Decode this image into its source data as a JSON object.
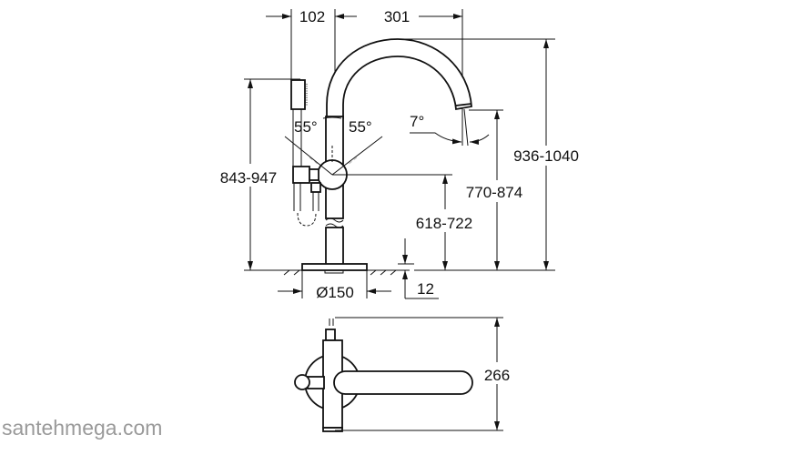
{
  "drawing": {
    "dimensions": {
      "handshower_offset": "102",
      "spout_reach": "301",
      "handshower_height": "843-947",
      "total_height": "936-1040",
      "spout_outlet_height": "770-874",
      "lever_height": "618-722",
      "base_diameter": "Ø150",
      "base_thickness": "12",
      "lever_angle_left": "55°",
      "lever_angle_right": "55°",
      "spout_angle": "7°",
      "top_view_depth": "266"
    },
    "watermark": "santehmega.com"
  }
}
